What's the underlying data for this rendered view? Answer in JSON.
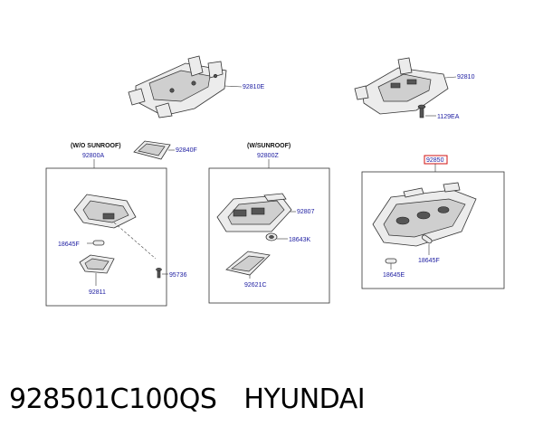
{
  "colors": {
    "label_text": "#1a1aa0",
    "highlight_box": "#d01010",
    "line": "#333333"
  },
  "labels": {
    "p92810E": "92810E",
    "p92810": "92810",
    "p1129EA": "1129EA",
    "wo_sunroof": "(W/O SUNROOF)",
    "w_sunroof": "(W/SUNROOF)",
    "p92800A": "92800A",
    "p92840F": "92840F",
    "p92800Z": "92800Z",
    "p92850": "92850",
    "p18645F_a": "18645F",
    "p95736": "95736",
    "p92811": "92811",
    "p92807": "92807",
    "p18643K": "18643K",
    "p92621C": "92621C",
    "p18645E": "18645E",
    "p18645F_b": "18645F"
  },
  "caption": {
    "part_number": "928501C100QS",
    "brand": "HYUNDAI"
  }
}
